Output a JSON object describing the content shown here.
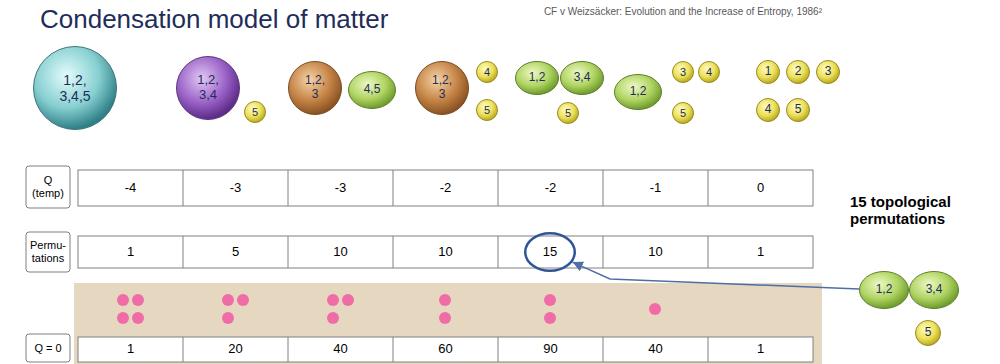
{
  "diagram": {
    "title": "Condensation model of matter",
    "nodes": [
      {
        "text": [
          "1,2, 3,4,5"
        ]
      },
      {
        "text": [
          "1,2, 3,4"
        ]
      },
      {
        "text": [
          "5"
        ]
      },
      {
        "text": [
          "1,2, 3"
        ]
      },
      {
        "text": [
          "4,5"
        ]
      },
      {
        "text": [
          "1,2, 3"
        ]
      },
      {
        "text": [
          "4"
        ]
      },
      {
        "text": [
          "5"
        ]
      },
      {
        "text": [
          "1,2"
        ]
      },
      {
        "text": [
          "3,4"
        ]
      },
      {
        "text": [
          "5"
        ]
      },
      {
        "text": [
          "1,2"
        ]
      },
      {
        "text": [
          "3"
        ]
      },
      {
        "text": [
          "4"
        ]
      },
      {
        "text": [
          "5"
        ]
      },
      {
        "text": [
          "1"
        ]
      },
      {
        "text": [
          "2"
        ]
      },
      {
        "text": [
          "3"
        ]
      },
      {
        "text": [
          "4"
        ]
      },
      {
        "text": [
          "5"
        ]
      },
      {
        "text": [
          "15"
        ]
      },
      {
        "text": [
          "1,2"
        ]
      },
      {
        "text": [
          "3,4"
        ]
      },
      {
        "text": [
          "5"
        ]
      }
    ],
    "edges": [
      {
        "from": 21,
        "to": 20,
        "arrow": "to"
      }
    ],
    "labels": [
      "CF v Weizsäcker: Evolution and the Increase of Entropy, 1986²",
      "Q (temp)",
      "-4",
      "-3",
      "-3",
      "-2",
      "-2",
      "-1",
      "0",
      "Permu- tations",
      "1",
      "5",
      "10",
      "10",
      "10",
      "1",
      "15 topological permutations",
      "Q = 0",
      "1",
      "20",
      "40",
      "60",
      "90",
      "40",
      "1"
    ]
  }
}
